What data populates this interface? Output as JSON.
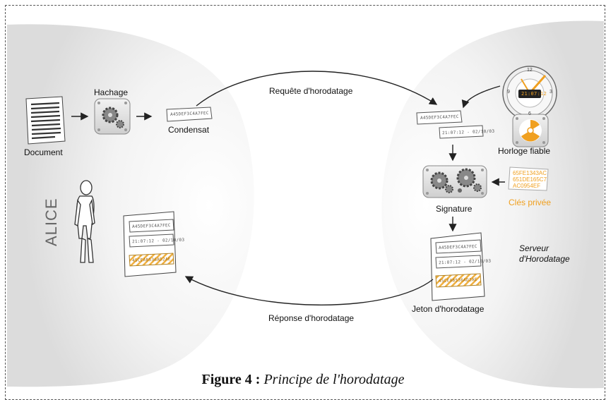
{
  "colors": {
    "accent": "#f0a020",
    "stroke": "#333333",
    "gray_panel": "#e2e2e2"
  },
  "labels": {
    "document": "Document",
    "hachage": "Hachage",
    "condensat": "Condensat",
    "requete": "Requête d'horodatage",
    "horloge": "Horloge fiable",
    "cles": "Clés privée",
    "signature": "Signature",
    "serveur": "Serveur d'Horodatage",
    "jeton": "Jeton d'horodatage",
    "reponse": "Réponse d'horodatage",
    "alice": "ALICE"
  },
  "tokens": {
    "hash": "A45DEF3C4A7FEC",
    "datetime": "21:07:12 - 02/10/03",
    "signed": "45CEAB536AD2AE",
    "clock_time": "21:07:12",
    "key_lines": [
      "65FE1343AC",
      "651DE165C7",
      "AC0954EF"
    ]
  },
  "clock": {
    "numerals": [
      "12",
      "3",
      "6",
      "9"
    ]
  },
  "caption": {
    "number": "Figure 4 :",
    "title": "Principe de l'horodatage"
  }
}
